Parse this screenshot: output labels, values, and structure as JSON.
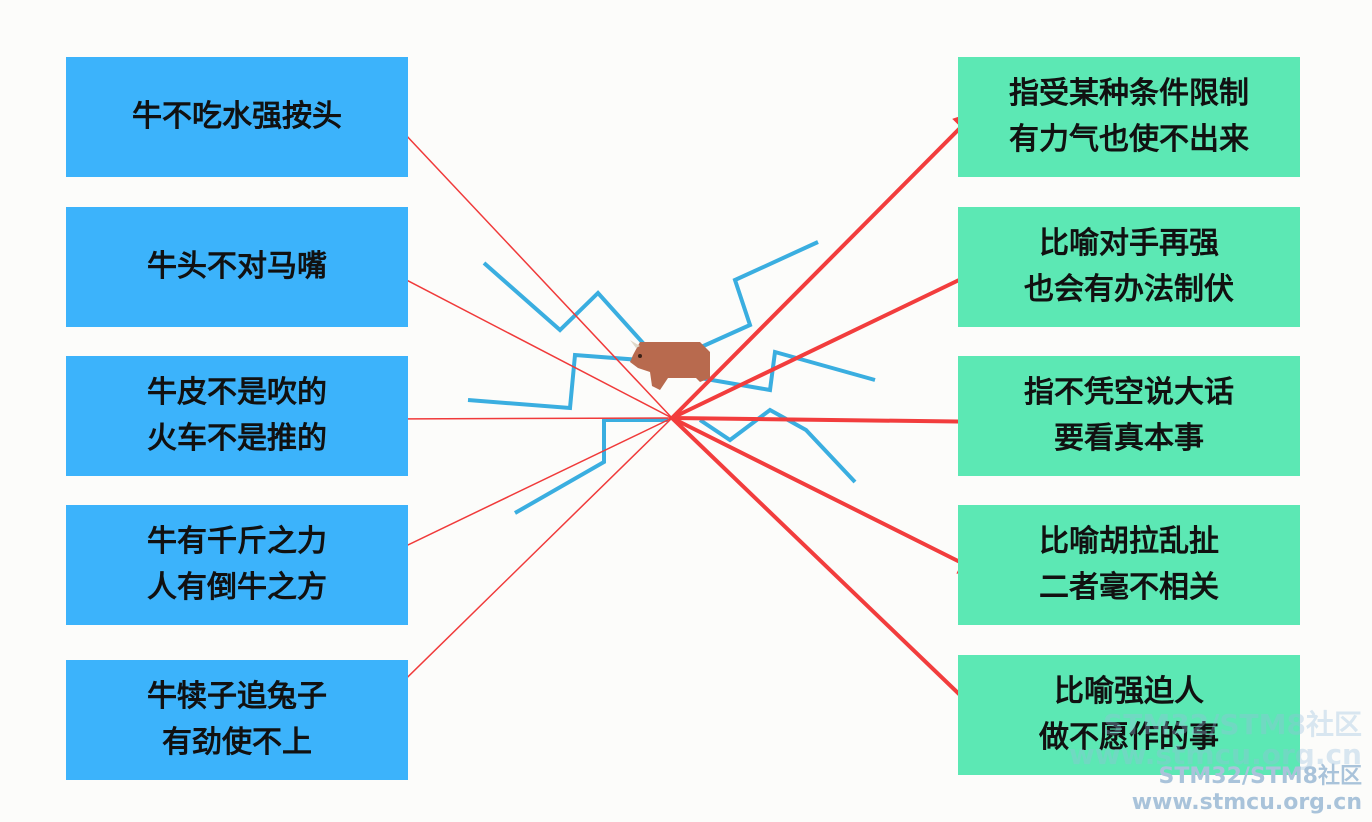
{
  "left_items": [
    {
      "text": "牛不吃水强按头"
    },
    {
      "text": "牛头不对马嘴"
    },
    {
      "text": "牛皮不是吹的\n火车不是推的"
    },
    {
      "text": "牛有千斤之力\n人有倒牛之方"
    },
    {
      "text": "牛犊子追兔子\n有劲使不上"
    }
  ],
  "right_items": [
    {
      "text": "指受某种条件限制\n有力气也使不出来"
    },
    {
      "text": "比喻对手再强\n也会有办法制伏"
    },
    {
      "text": "指不凭空说大话\n要看真本事"
    },
    {
      "text": "比喻胡拉乱扯\n二者毫不相关"
    },
    {
      "text": "比喻强迫人\n做不愿作的事"
    }
  ],
  "connections": [
    {
      "from": 0,
      "to": 4
    },
    {
      "from": 1,
      "to": 3
    },
    {
      "from": 2,
      "to": 2
    },
    {
      "from": 3,
      "to": 1
    },
    {
      "from": 4,
      "to": 0
    }
  ],
  "colors": {
    "left_box": "#3cb3fb",
    "right_box": "#5ce8b4",
    "thin_line": "#f03a3a",
    "arrow": "#f23d3d",
    "lightning": "#3aaee0",
    "bull": "#b86a4e"
  },
  "center_icon": "bull-icon",
  "watermark": {
    "line1": "STM32/STM8社区",
    "line2": "www.stmcu.org.cn"
  }
}
